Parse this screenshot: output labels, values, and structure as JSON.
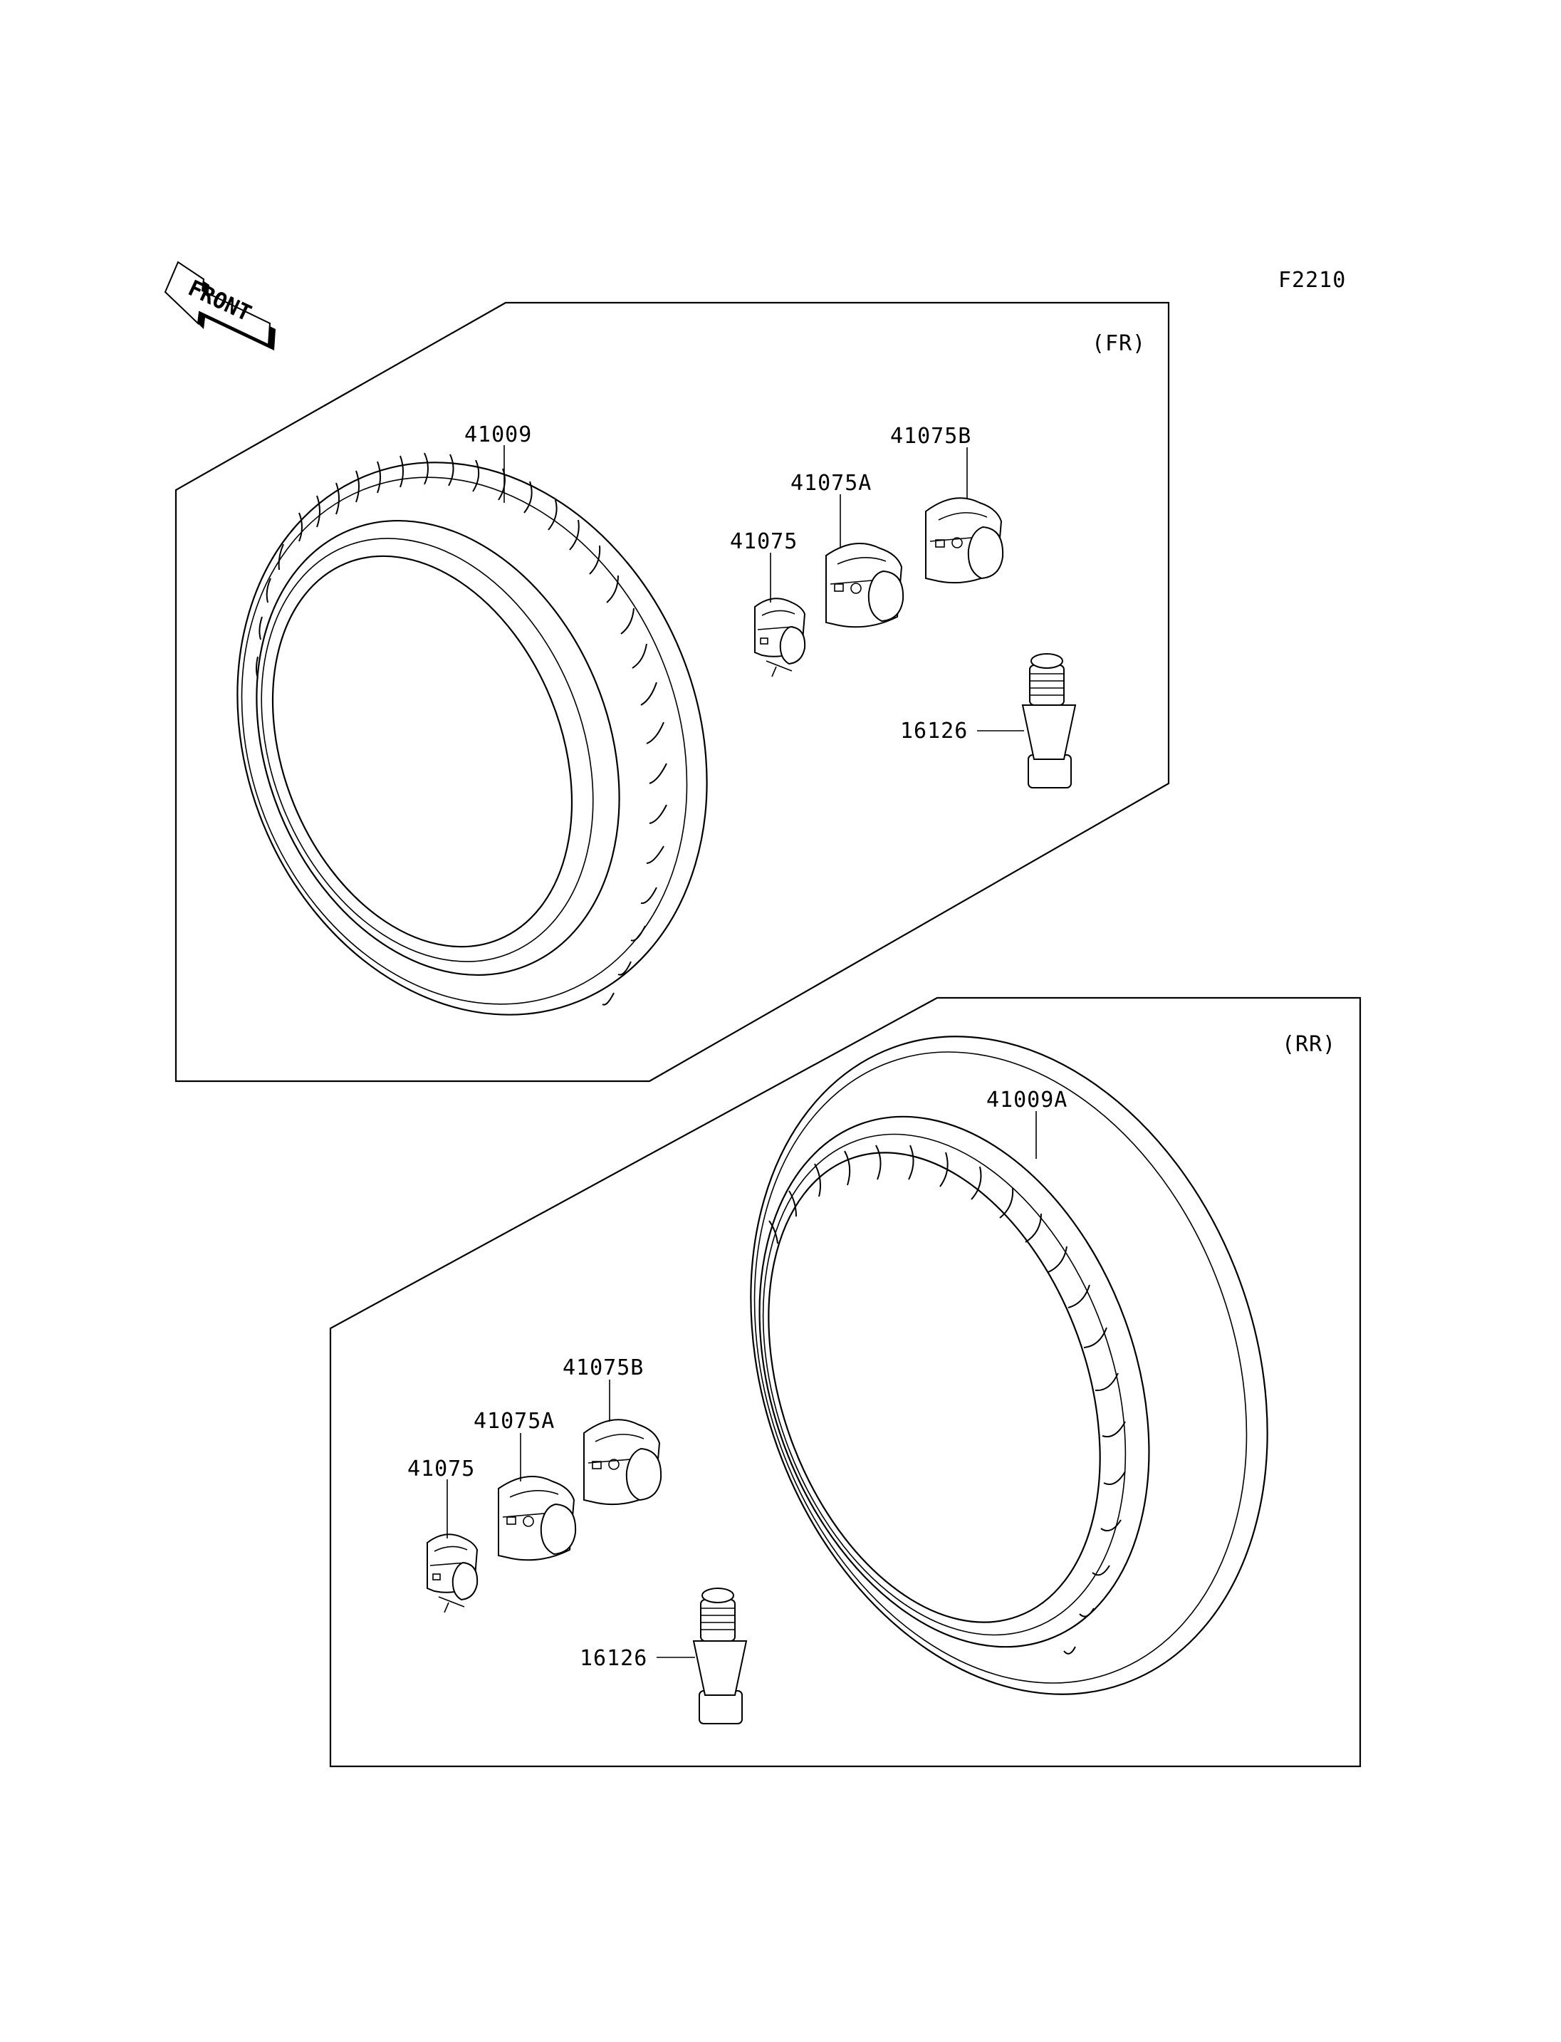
{
  "figure_code": "F2210",
  "front_label": "FRONT",
  "front_panel": {
    "tag": "(FR)",
    "tire": "41009",
    "weight": "41075",
    "weight_a": "41075A",
    "weight_b": "41075B",
    "valve": "16126"
  },
  "rear_panel": {
    "tag": "(RR)",
    "tire": "41009A",
    "weight": "41075",
    "weight_a": "41075A",
    "weight_b": "41075B",
    "valve": "16126"
  }
}
